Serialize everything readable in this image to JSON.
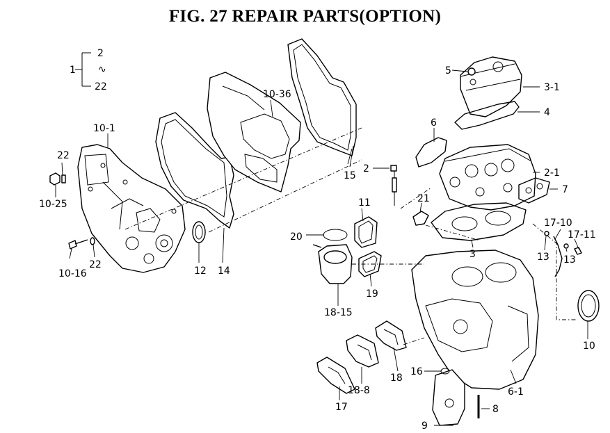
{
  "title": "FIG. 27  REPAIR PARTS(OPTION)",
  "set_note": {
    "top": "2",
    "mid": "∿",
    "bottom": "22"
  },
  "callouts": {
    "c1": "1",
    "c2": "2",
    "c2_1": "2-1",
    "c3": "3",
    "c3_1": "3-1",
    "c4": "4",
    "c5": "5",
    "c6": "6",
    "c6_1": "6-1",
    "c7": "7",
    "c8": "8",
    "c9": "9",
    "c10": "10",
    "c10_1": "10-1",
    "c10_16": "10-16",
    "c10_25": "10-25",
    "c10_36": "10-36",
    "c11": "11",
    "c12": "12",
    "c13a": "13",
    "c13b": "13",
    "c14": "14",
    "c15": "15",
    "c16": "16",
    "c17": "17",
    "c17_10": "17-10",
    "c17_11": "17-11",
    "c18": "18",
    "c18_8": "18-8",
    "c18_15": "18-15",
    "c19": "19",
    "c20": "20",
    "c21": "21",
    "c22a": "22",
    "c22b": "22"
  }
}
